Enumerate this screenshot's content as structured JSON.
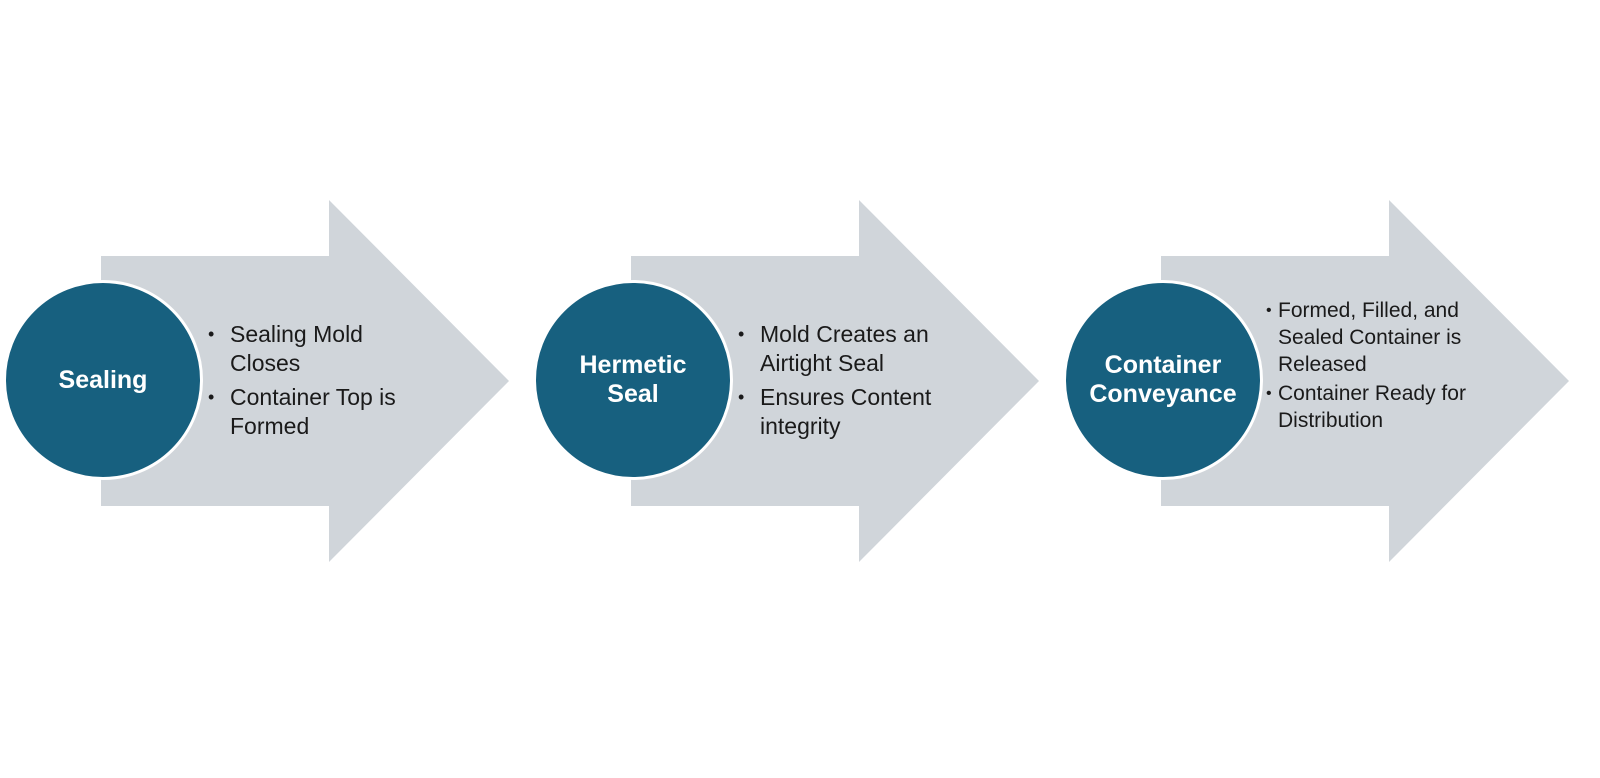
{
  "colors": {
    "arrow_fill": "#d0d5da",
    "circle_fill": "#17607f",
    "circle_border": "#ffffff",
    "title_text": "#ffffff",
    "bullet_text": "#1a1a1a"
  },
  "steps": [
    {
      "title": "Sealing",
      "bullets": [
        "Sealing Mold Closes",
        "Container Top is Formed"
      ]
    },
    {
      "title": "Hermetic Seal",
      "bullets": [
        "Mold Creates an Airtight Seal",
        "Ensures Content integrity"
      ]
    },
    {
      "title": "Container Conveyance",
      "bullets": [
        "Formed, Filled, and Sealed Container is Released",
        "Container Ready for Distribution"
      ]
    }
  ]
}
